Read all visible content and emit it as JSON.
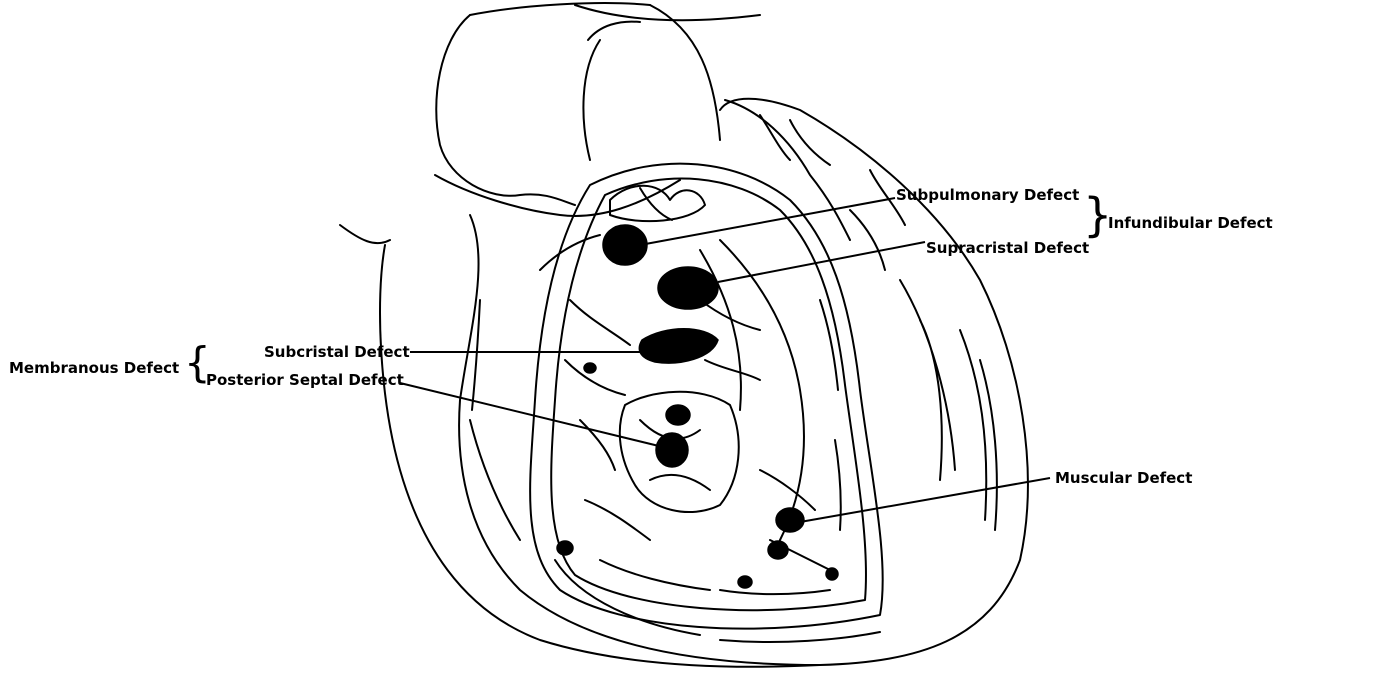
{
  "labels": {
    "subpulmonary": "Subpulmonary Defect",
    "supracristal": "Supracristal Defect",
    "infundibular": "Infundibular Defect",
    "subcristal": "Subcristal Defect",
    "posterior_septal": "Posterior Septal Defect",
    "membranous": "Membranous Defect",
    "muscular": "Muscular Defect"
  },
  "colors": {
    "ink": "#000000",
    "paper": "#ffffff"
  }
}
